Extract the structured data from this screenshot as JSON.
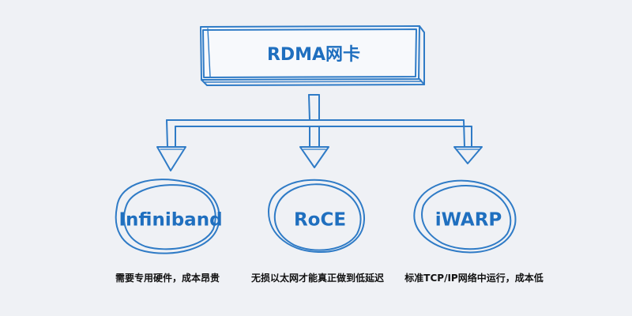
{
  "colors": {
    "background": "#eff1f5",
    "stroke": "#2f7bc6",
    "text_blue": "#1f6fbf",
    "caption": "#111111"
  },
  "root": {
    "label": "RDMA网卡"
  },
  "nodes": [
    {
      "label": "Infiniband",
      "caption": "需要专用硬件，成本昂贵"
    },
    {
      "label": "RoCE",
      "caption": "无损以太网才能真正做到低延迟"
    },
    {
      "label": "iWARP",
      "caption": "标准TCP/IP网络中运行，成本低"
    }
  ]
}
